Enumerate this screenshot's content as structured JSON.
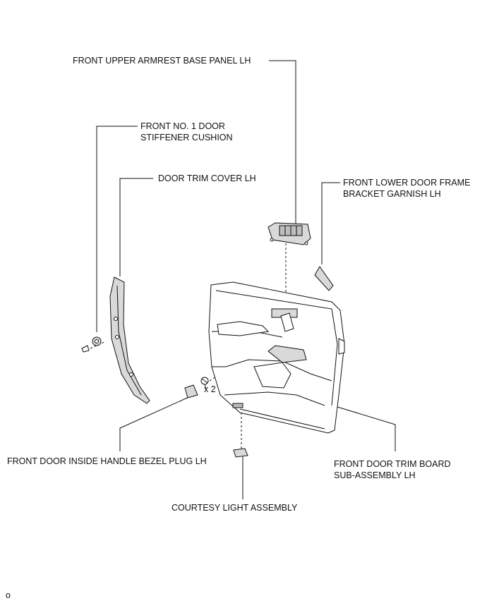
{
  "labels": {
    "armrest_base_panel": "FRONT UPPER ARMREST BASE PANEL LH",
    "stiffener_line1": "FRONT NO. 1 DOOR",
    "stiffener_line2": "STIFFENER CUSHION",
    "trim_cover": "DOOR TRIM COVER LH",
    "frame_garnish_line1": "FRONT LOWER DOOR FRAME",
    "frame_garnish_line2": "BRACKET GARNISH LH",
    "bezel_plug": "FRONT DOOR INSIDE HANDLE BEZEL PLUG LH",
    "trim_board_line1": "FRONT DOOR TRIM BOARD",
    "trim_board_line2": "SUB-ASSEMBLY LH",
    "courtesy_light": "COURTESY LIGHT ASSEMBLY",
    "screw_qty": "x 2",
    "figure_mark": "o"
  }
}
